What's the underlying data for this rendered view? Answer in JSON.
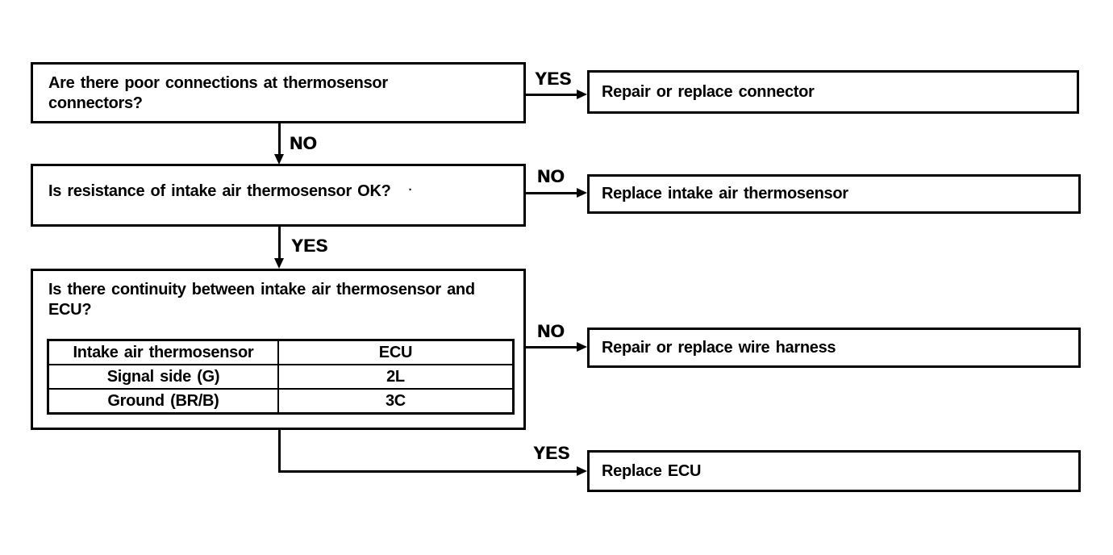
{
  "flowchart": {
    "q1": {
      "text": "Are there poor connections at thermosensor connectors?"
    },
    "q2": {
      "text": "Is resistance of intake air thermosensor OK?",
      "mark": "·"
    },
    "q3": {
      "text": "Is there continuity between intake air thermosensor and ECU?"
    },
    "a1": {
      "text": "Repair or replace connector"
    },
    "a2": {
      "text": "Replace intake air thermosensor"
    },
    "a3": {
      "text": "Repair or replace wire harness"
    },
    "a4": {
      "text": "Replace ECU"
    },
    "labels": {
      "q1_yes": "YES",
      "q1_no": "NO",
      "q2_no": "NO",
      "q2_yes": "YES",
      "q3_no": "NO",
      "q3_yes": "YES"
    },
    "table": {
      "headers": [
        "Intake air thermosensor",
        "ECU"
      ],
      "rows": [
        [
          "Signal side (G)",
          "2L"
        ],
        [
          "Ground (BR/B)",
          "3C"
        ]
      ]
    },
    "colors": {
      "ink": "#000000",
      "paper": "#ffffff"
    }
  }
}
